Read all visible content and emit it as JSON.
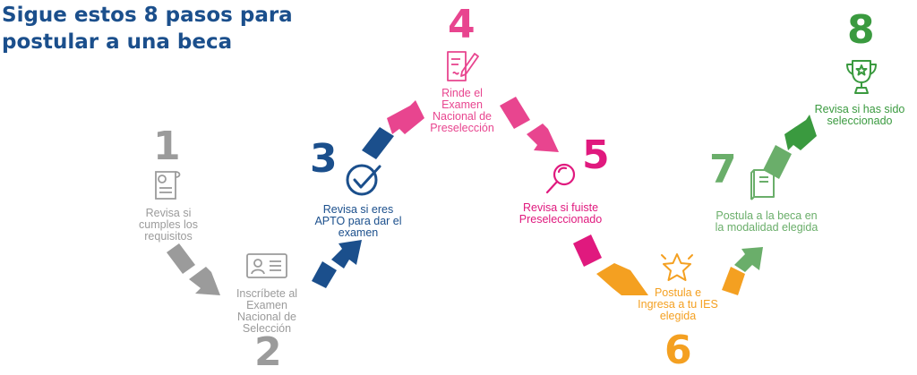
{
  "title": {
    "line1": "Sigue estos 8 pasos para",
    "line2": "postular a una beca"
  },
  "colors": {
    "title": "#1b4f8c",
    "step1": "#9b9b9b",
    "step2": "#9b9b9b",
    "step3": "#1b4f8c",
    "step4": "#e8458f",
    "step5": "#e0197e",
    "step6": "#f4a021",
    "step7": "#6aae6a",
    "step8": "#3a9a3f"
  },
  "steps": [
    {
      "number": "1",
      "label": "Revisa si cumples los requisitos",
      "icon": "document-certificate-icon"
    },
    {
      "number": "2",
      "label": "Inscríbete al Examen Nacional de Selección",
      "icon": "id-card-icon"
    },
    {
      "number": "3",
      "label": "Revisa si eres APTO para dar el examen",
      "icon": "checkmark-circle-icon"
    },
    {
      "number": "4",
      "label": "Rinde el Examen Nacional de Preselección",
      "icon": "exam-pencil-icon"
    },
    {
      "number": "5",
      "label": "Revisa si fuiste Preseleccionado",
      "icon": "magnifier-icon"
    },
    {
      "number": "6",
      "label": "Postula e Ingresa a tu IES elegida",
      "icon": "star-icon"
    },
    {
      "number": "7",
      "label": "Postula a la beca en la modalidad elegida",
      "icon": "book-icon"
    },
    {
      "number": "8",
      "label": "Revisa si has sido seleccionado",
      "icon": "trophy-icon"
    }
  ]
}
